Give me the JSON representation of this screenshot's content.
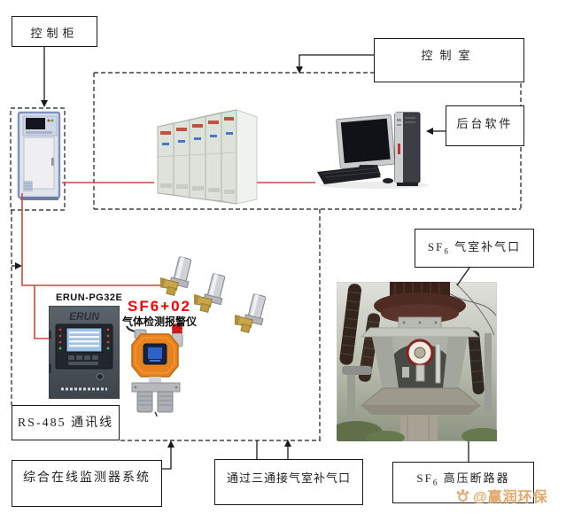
{
  "colors": {
    "red_line": "#c64a3c",
    "detector_title_red": "#fe0000",
    "watermark_orange": "#dd9955",
    "detector_body_orange": "#e8821e"
  },
  "boxes": {
    "control_cabinet": "控制柜",
    "control_room": "控制室",
    "backend_software": "后台软件",
    "rs485_line": "RS-485 通讯线",
    "monitoring_system": "综合在线监测器系统",
    "tee_connection": "通过三通接气室补气口",
    "sf6_gas_port": {
      "prefix": "SF",
      "sub": "6",
      "rest": " 气室补气口"
    },
    "sf6_breaker": {
      "prefix": "SF",
      "sub": "6",
      "rest": " 高压断路器"
    }
  },
  "labels": {
    "controller_model": "ERUN-PG32E",
    "detector_title": "SF6+02",
    "detector_subtitle": "气体检测报警仪"
  },
  "devices": {
    "controller_logo": "ERUN"
  },
  "watermark": {
    "text": "@赢润环保"
  }
}
